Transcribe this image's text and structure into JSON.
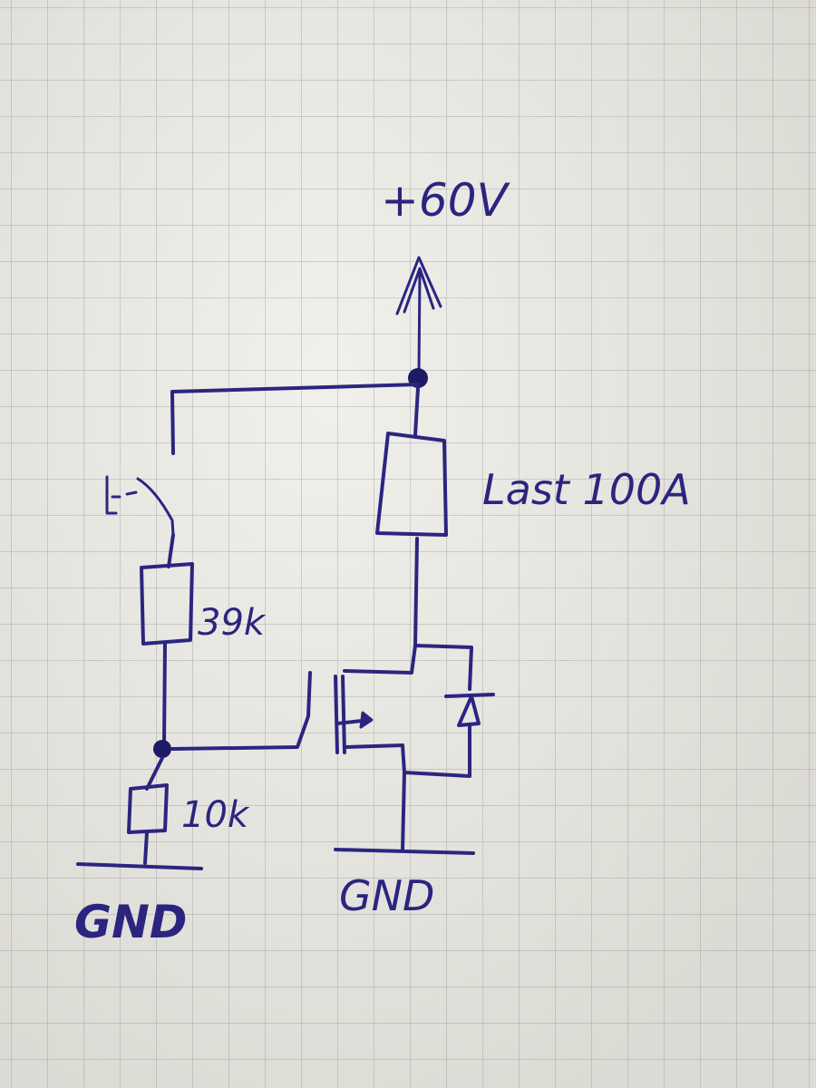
{
  "labels": {
    "supply": "+60V",
    "load": "Last 100A",
    "r_top": "39k",
    "r_bottom": "10k",
    "gnd_left": "GND",
    "gnd_right": "GND"
  },
  "colors": {
    "ink": "#2b2580",
    "paper": "#e9e8e1",
    "grid": "#787d82"
  }
}
